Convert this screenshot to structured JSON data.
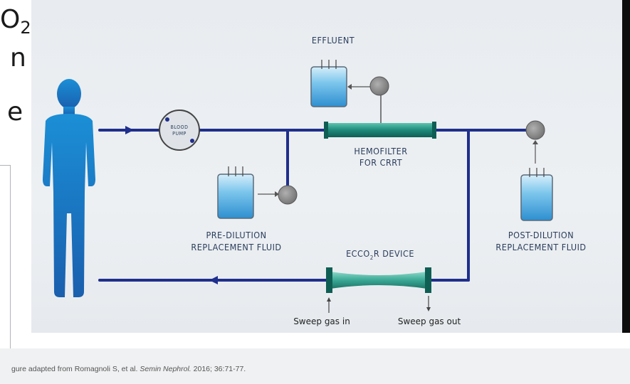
{
  "slide_text": {
    "line1": "O",
    "line1_sub": "2",
    "line2": "n",
    "line3": "e"
  },
  "diagram": {
    "effluent_label": "EFFLUENT",
    "blood_pump_line1": "BLOOD",
    "blood_pump_line2": "PUMP",
    "hemofilter_line1": "HEMOFILTER",
    "hemofilter_line2": "FOR CRRT",
    "pre_dilution_line1": "PRE-DILUTION",
    "pre_dilution_line2": "REPLACEMENT FLUID",
    "post_dilution_line1": "POST-DILUTION",
    "post_dilution_line2": "REPLACEMENT FLUID",
    "ecco2r_prefix": "ECCO",
    "ecco2r_sub": "2",
    "ecco2r_suffix": "R DEVICE",
    "sweep_in": "Sweep gas in",
    "sweep_out": "Sweep gas out"
  },
  "caption": {
    "prefix": "gure adapted from Romagnoli S, et al. ",
    "journal": "Semin Nephrol.",
    "suffix": " 2016; 36:71-77."
  },
  "colors": {
    "tube": "#1f2f8c",
    "person_top": "#1b8fd6",
    "person_bottom": "#1a5fae",
    "filter": "#1f8a7a",
    "bag_fluid": "#3aa6dc",
    "valve": "#8a8a8a"
  }
}
